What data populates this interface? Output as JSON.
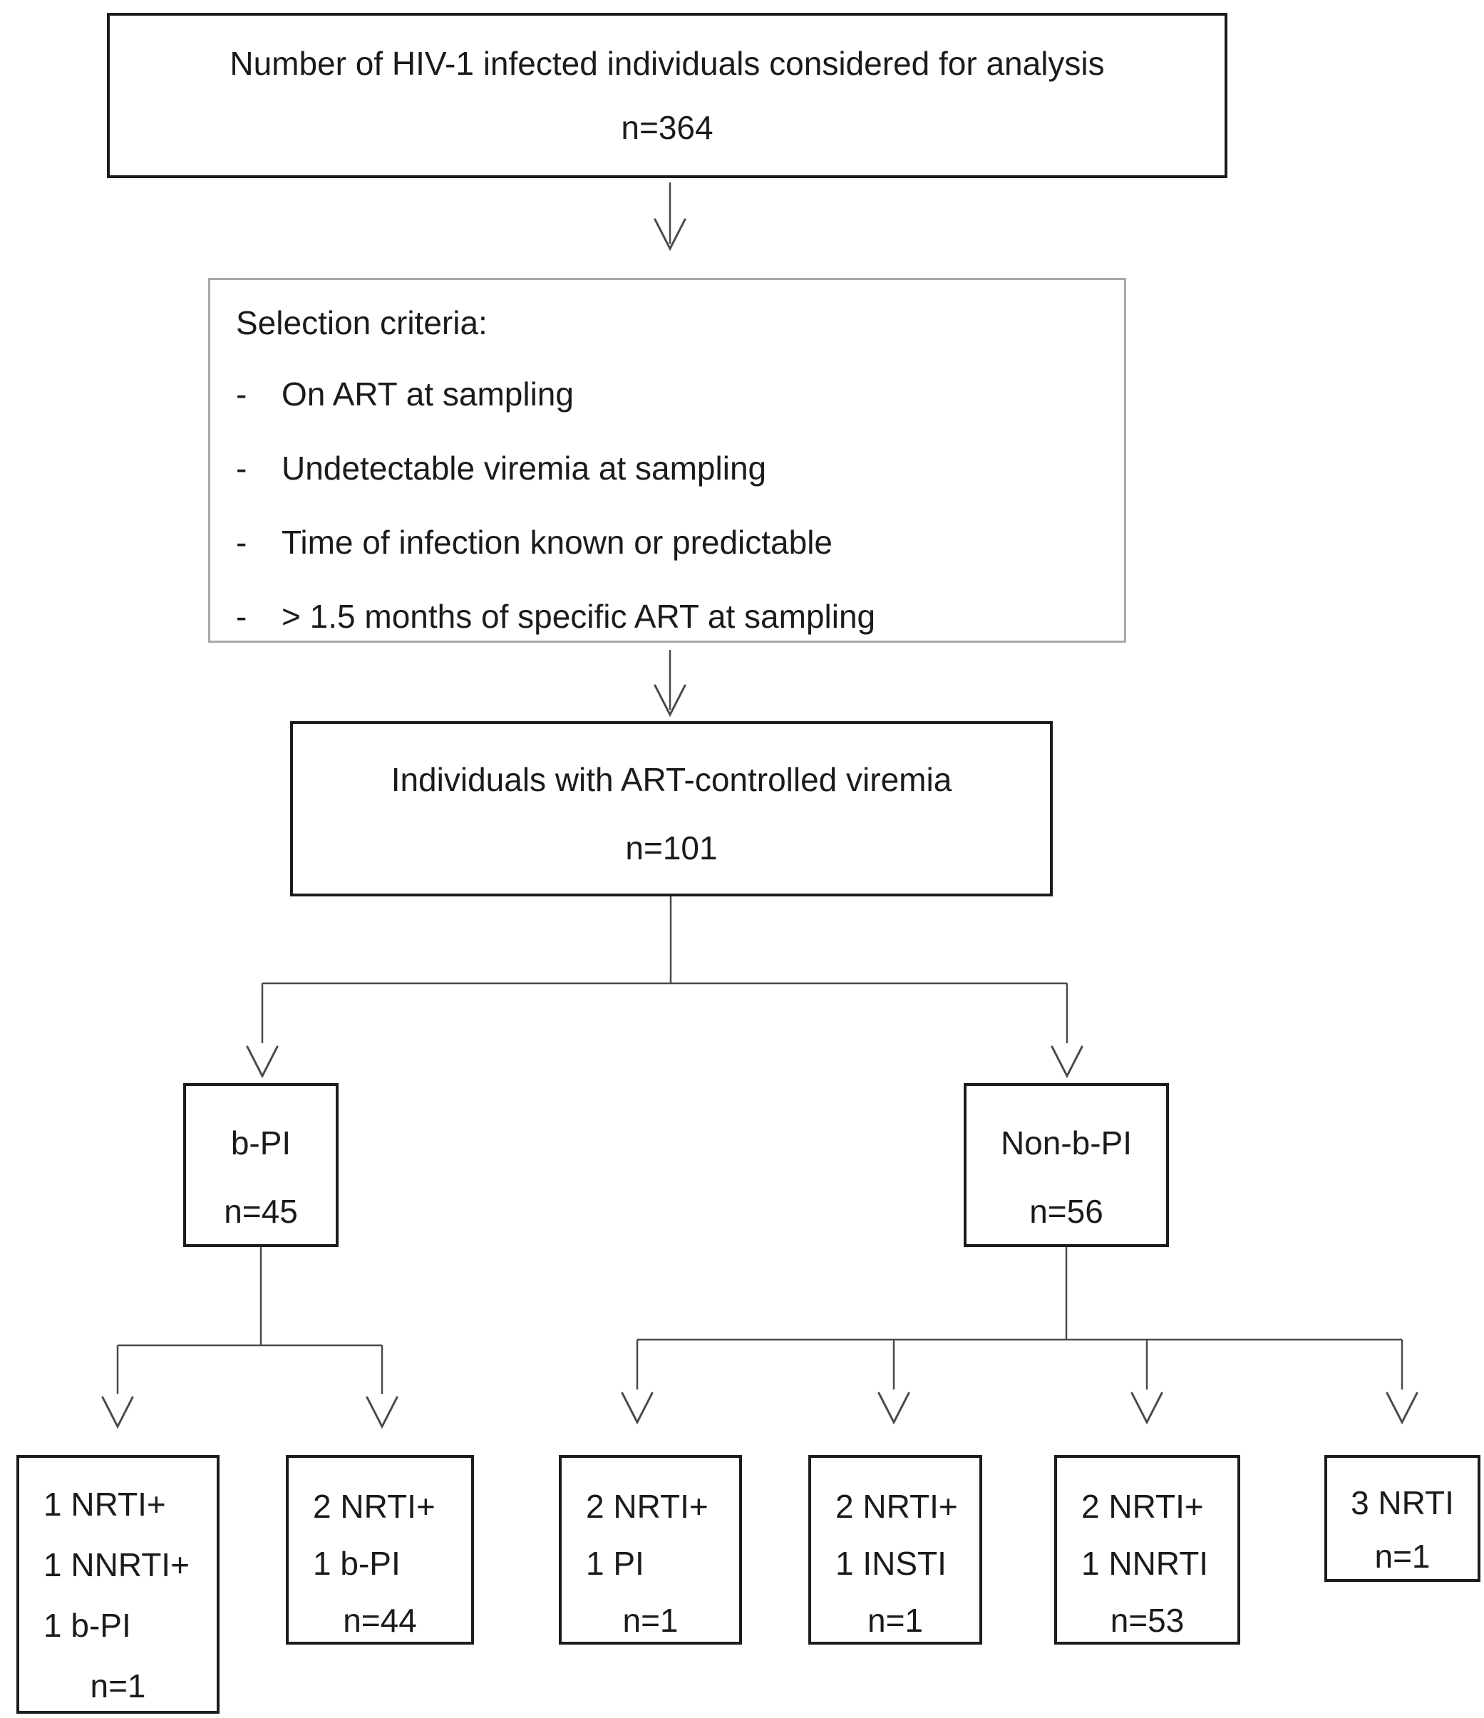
{
  "figure": {
    "background": "#ffffff",
    "colors": {
      "box_border": "#1c1c1c",
      "criteria_border": "#a8a8a8",
      "connector": "#4a4a4a",
      "text": "#1b1b1b"
    }
  },
  "boxes": {
    "total": {
      "line1": "Number of HIV-1 infected individuals considered for analysis",
      "n": "n=364"
    },
    "criteria": {
      "title": "Selection criteria:",
      "bullet": "-",
      "items": [
        "On ART at sampling",
        "Undetectable viremia at sampling",
        "Time of infection known or predictable",
        "> 1.5 months of specific ART at sampling"
      ]
    },
    "controlled": {
      "line1": "Individuals with ART-controlled viremia",
      "n": "n=101"
    },
    "bpi": {
      "label": "b-PI",
      "n": "n=45"
    },
    "nonbpi": {
      "label": "Non-b-PI",
      "n": "n=56"
    },
    "leaf1": {
      "lines": [
        "1 NRTI+",
        "1 NNRTI+",
        "1 b-PI"
      ],
      "n": "n=1"
    },
    "leaf2": {
      "lines": [
        "2 NRTI+",
        "1 b-PI"
      ],
      "n": "n=44"
    },
    "leaf3": {
      "lines": [
        "2 NRTI+",
        "1 PI"
      ],
      "n": "n=1"
    },
    "leaf4": {
      "lines": [
        "2 NRTI+",
        "1 INSTI"
      ],
      "n": "n=1"
    },
    "leaf5": {
      "lines": [
        "2 NRTI+",
        "1 NNRTI"
      ],
      "n": "n=53"
    },
    "leaf6": {
      "lines": [
        "3 NRTI"
      ],
      "n": "n=1"
    }
  }
}
